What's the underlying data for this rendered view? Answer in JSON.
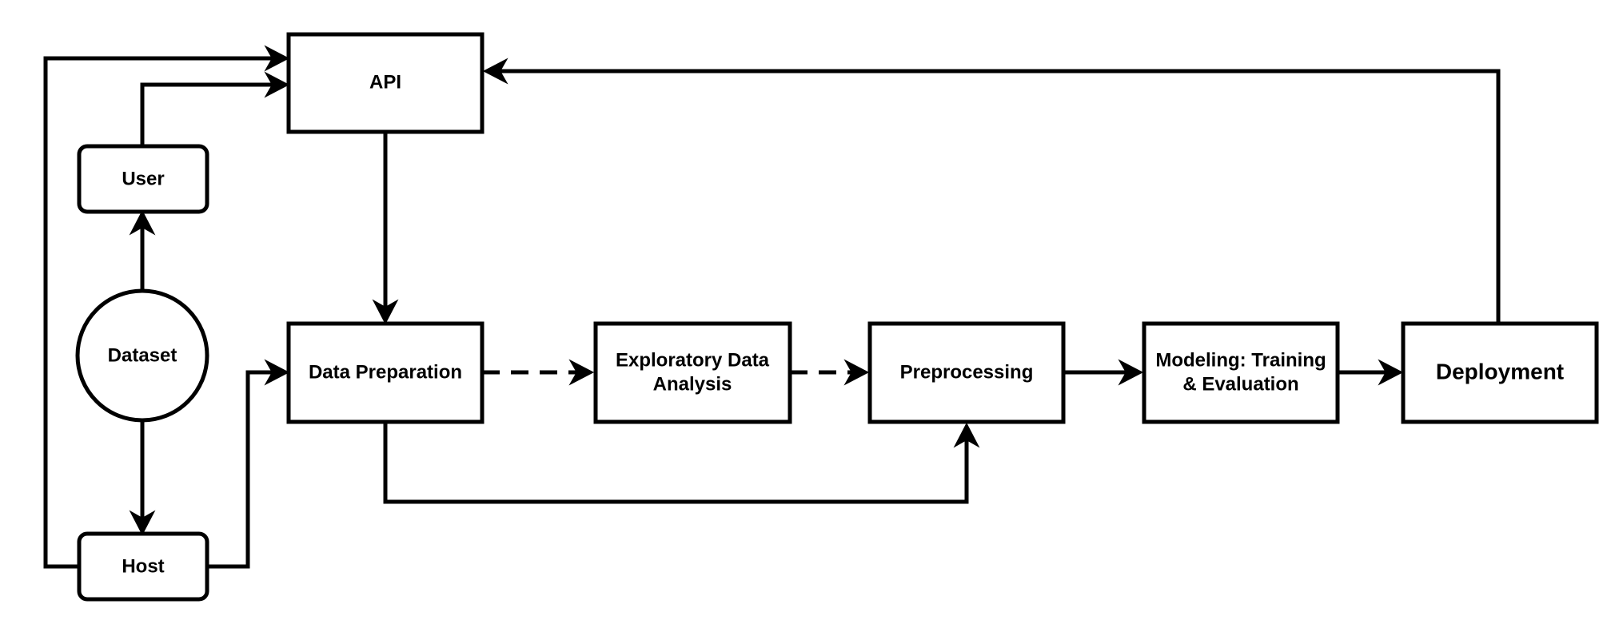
{
  "diagram": {
    "nodes": {
      "api": "API",
      "user": "User",
      "dataset": "Dataset",
      "host": "Host",
      "data_preparation": "Data Preparation",
      "eda_line1": "Exploratory Data",
      "eda_line2": "Analysis",
      "preprocessing": "Preprocessing",
      "modeling_line1": "Modeling: Training",
      "modeling_line2": "& Evaluation",
      "deployment": "Deployment"
    },
    "edges": [
      {
        "from": "Host",
        "to": "API",
        "style": "solid"
      },
      {
        "from": "User",
        "to": "API",
        "style": "solid"
      },
      {
        "from": "Dataset",
        "to": "User",
        "style": "solid"
      },
      {
        "from": "Dataset",
        "to": "Host",
        "style": "solid"
      },
      {
        "from": "Host",
        "to": "Data Preparation",
        "style": "solid"
      },
      {
        "from": "API",
        "to": "Data Preparation",
        "style": "solid"
      },
      {
        "from": "Data Preparation",
        "to": "Exploratory Data Analysis",
        "style": "dashed"
      },
      {
        "from": "Exploratory Data Analysis",
        "to": "Preprocessing",
        "style": "dashed"
      },
      {
        "from": "Data Preparation",
        "to": "Preprocessing",
        "style": "solid"
      },
      {
        "from": "Preprocessing",
        "to": "Modeling: Training & Evaluation",
        "style": "solid"
      },
      {
        "from": "Modeling: Training & Evaluation",
        "to": "Deployment",
        "style": "solid"
      },
      {
        "from": "Deployment",
        "to": "API",
        "style": "solid"
      }
    ]
  }
}
